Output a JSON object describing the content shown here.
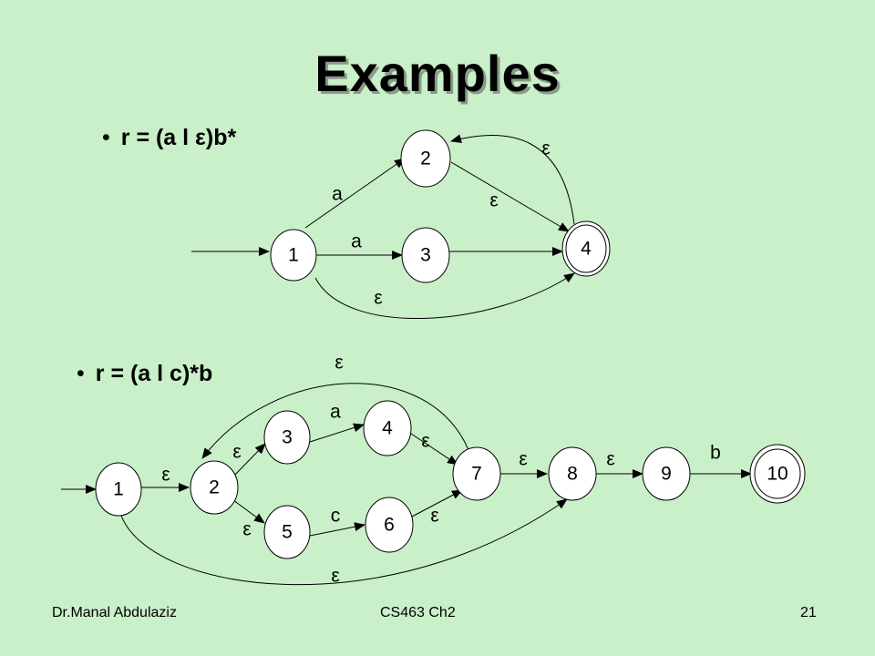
{
  "slide": {
    "title": "Examples",
    "footer_left": "Dr.Manal Abdulaziz",
    "footer_center": "CS463 Ch2",
    "page_number": "21"
  },
  "example1": {
    "regex": "r = (a l ε)b*",
    "states": [
      "1",
      "2",
      "3",
      "4"
    ],
    "accepting": [
      "4"
    ],
    "transitions": [
      {
        "from": "1",
        "to": "2",
        "label": "a"
      },
      {
        "from": "1",
        "to": "3",
        "label": "a"
      },
      {
        "from": "2",
        "to": "4",
        "label": "ε"
      },
      {
        "from": "4",
        "to": "2",
        "label": "ε"
      },
      {
        "from": "3",
        "to": "4",
        "label": ""
      },
      {
        "from": "1",
        "to": "4",
        "label": "ε"
      }
    ]
  },
  "example2": {
    "regex": "r = (a l c)*b",
    "states": [
      "1",
      "2",
      "3",
      "4",
      "5",
      "6",
      "7",
      "8",
      "9",
      "10"
    ],
    "accepting": [
      "10"
    ],
    "transitions": [
      {
        "from": "1",
        "to": "2",
        "label": "ε"
      },
      {
        "from": "2",
        "to": "3",
        "label": "ε"
      },
      {
        "from": "2",
        "to": "5",
        "label": "ε"
      },
      {
        "from": "3",
        "to": "4",
        "label": "a"
      },
      {
        "from": "5",
        "to": "6",
        "label": "c"
      },
      {
        "from": "4",
        "to": "7",
        "label": "ε"
      },
      {
        "from": "6",
        "to": "7",
        "label": "ε"
      },
      {
        "from": "7",
        "to": "2",
        "label": "ε"
      },
      {
        "from": "7",
        "to": "8",
        "label": "ε"
      },
      {
        "from": "8",
        "to": "9",
        "label": "ε"
      },
      {
        "from": "9",
        "to": "10",
        "label": "b"
      },
      {
        "from": "1",
        "to": "8",
        "label": "ε"
      }
    ]
  }
}
